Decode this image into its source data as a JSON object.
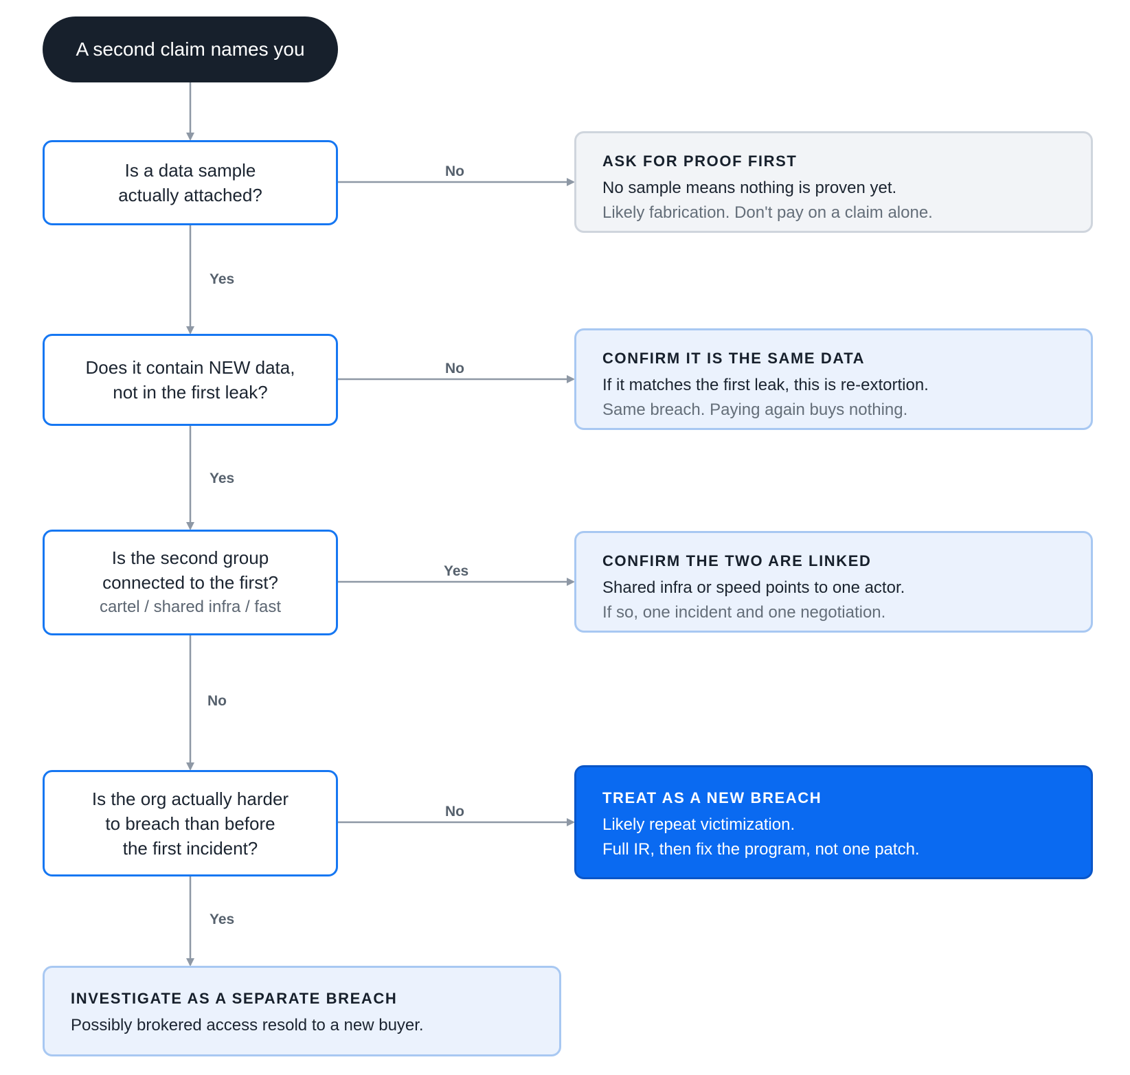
{
  "start": "A second claim names you",
  "questions": [
    {
      "lines": [
        "Is a data sample",
        "actually attached?"
      ]
    },
    {
      "lines": [
        "Does it contain NEW data,",
        "not in the first leak?"
      ]
    },
    {
      "lines": [
        "Is the second group",
        "connected to the first?"
      ],
      "sub": "cartel / shared infra / fast"
    },
    {
      "lines": [
        "Is the org actually harder",
        "to breach than before",
        "the first incident?"
      ]
    }
  ],
  "results": [
    {
      "head": "ASK FOR PROOF FIRST",
      "l1": "No sample means nothing is proven yet.",
      "l2": "Likely fabrication. Don't pay on a claim alone."
    },
    {
      "head": "CONFIRM IT IS THE SAME DATA",
      "l1": "If it matches the first leak, this is re-extortion.",
      "l2": "Same breach. Paying again buys nothing."
    },
    {
      "head": "CONFIRM THE TWO ARE LINKED",
      "l1": "Shared infra or speed points to one actor.",
      "l2": "If so, one incident and one negotiation."
    },
    {
      "head": "TREAT AS A NEW BREACH",
      "l1": "Likely repeat victimization.",
      "l2": "Full IR, then fix the program, not one patch."
    },
    {
      "head": "INVESTIGATE AS A SEPARATE BREACH",
      "l1": "Possibly brokered access resold to a new buyer."
    }
  ],
  "edges": {
    "q1_right": "No",
    "q1_down": "Yes",
    "q2_right": "No",
    "q2_down": "Yes",
    "q3_right": "Yes",
    "q3_down": "No",
    "q4_right": "No",
    "q4_down": "Yes"
  },
  "colors": {
    "connector": "#8e98a5",
    "accent": "#1677f2",
    "start_fill": "#17202c",
    "solid_fill": "#0a6af1"
  }
}
